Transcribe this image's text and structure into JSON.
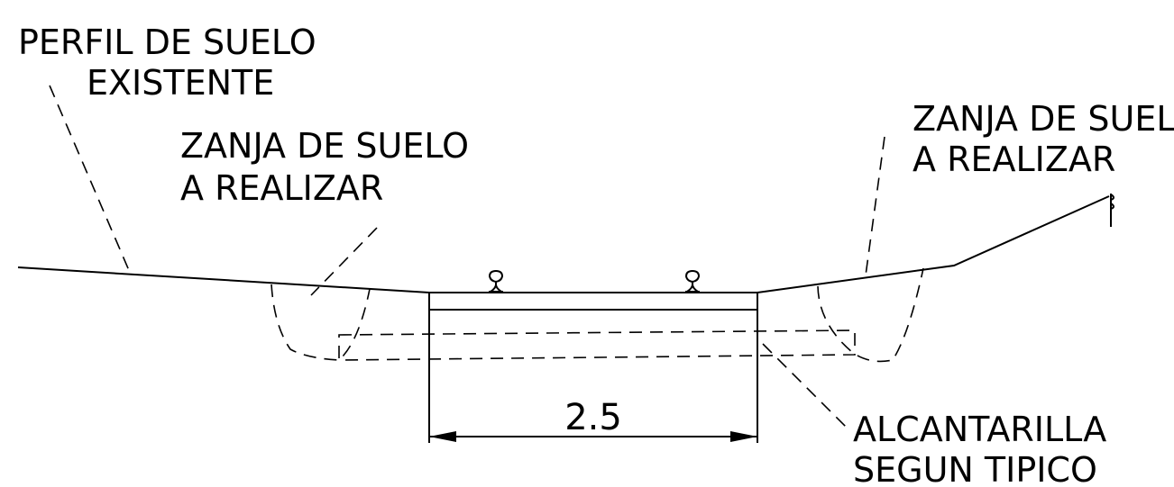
{
  "labels": {
    "existing_ground": {
      "line1": "PERFIL DE SUELO",
      "line2": "EXISTENTE"
    },
    "left_trench": {
      "line1": "ZANJA DE SUELO",
      "line2": "A REALIZAR"
    },
    "right_trench": {
      "line1": "ZANJA DE SUEL",
      "line2": "A REALIZAR"
    },
    "culvert": {
      "line1": "ALCANTARILLA",
      "line2": "SEGUN TIPICO"
    }
  },
  "dimension": {
    "width_label": "2.5"
  },
  "colors": {
    "line": "#000000",
    "background": "#ffffff"
  }
}
